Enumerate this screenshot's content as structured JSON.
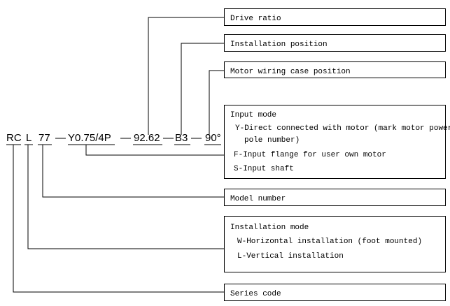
{
  "code": {
    "series": "RC",
    "mode": "L",
    "model": "77",
    "input": "Y0.75/4P",
    "ratio": "92.62",
    "mount": "B3",
    "angle": "90°",
    "dash": "—"
  },
  "boxes": {
    "drive_ratio": "Drive ratio",
    "installation_position": "Installation position",
    "motor_wiring": "Motor wiring case position",
    "input_mode": {
      "title": "Input mode",
      "y_line1": "Y-Direct connected with motor (mark motor power and",
      "y_line2": "pole number)",
      "f": "F-Input flange for user own motor",
      "s": "S-Input shaft"
    },
    "model_number": "Model number",
    "installation_mode": {
      "title": "Installation mode",
      "w": "W-Horizontal installation (foot mounted)",
      "l": "L-Vertical installation"
    },
    "series_code": "Series code"
  }
}
